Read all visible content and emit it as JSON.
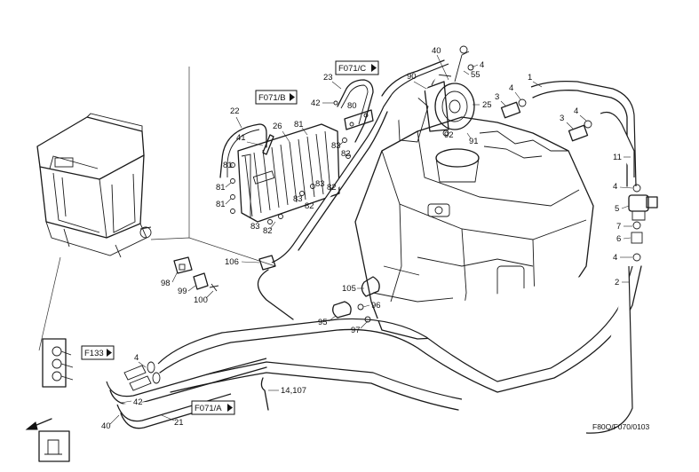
{
  "drawing_code": "F80Q/F070/0103",
  "references": {
    "f071b": "F071/B",
    "f071c": "F071/C",
    "f133": "F133",
    "f071a": "F071/A"
  },
  "callouts": {
    "c40_top": "40",
    "c4_top": "4",
    "c55": "55",
    "c1": "1",
    "c90": "90",
    "c23": "23",
    "c42_top": "42",
    "c80": "80",
    "c25": "25",
    "c3_a": "3",
    "c4_b": "4",
    "c3_b": "3",
    "c4_c": "4",
    "c92": "92",
    "c91": "91",
    "c22": "22",
    "c26": "26",
    "c81_a": "81",
    "c41": "41",
    "c83_a": "83",
    "c82_a": "82",
    "c81_b": "81",
    "c11": "11",
    "c81_c": "81",
    "c83_b": "83",
    "c82_b": "82",
    "c83_c": "83",
    "c82_c": "82",
    "c81_d": "81",
    "c4_d": "4",
    "c5": "5",
    "c83_d": "83",
    "c82_d": "82",
    "c7": "7",
    "c6": "6",
    "c4_e": "4",
    "c106": "106",
    "c98": "98",
    "c99": "99",
    "c100": "100",
    "c2": "2",
    "c105": "105",
    "c96": "96",
    "c95": "95",
    "c97": "97",
    "c4_f": "4",
    "c42_bot": "42",
    "c14_107": "14,107",
    "c40_bot": "40",
    "c21": "21"
  }
}
